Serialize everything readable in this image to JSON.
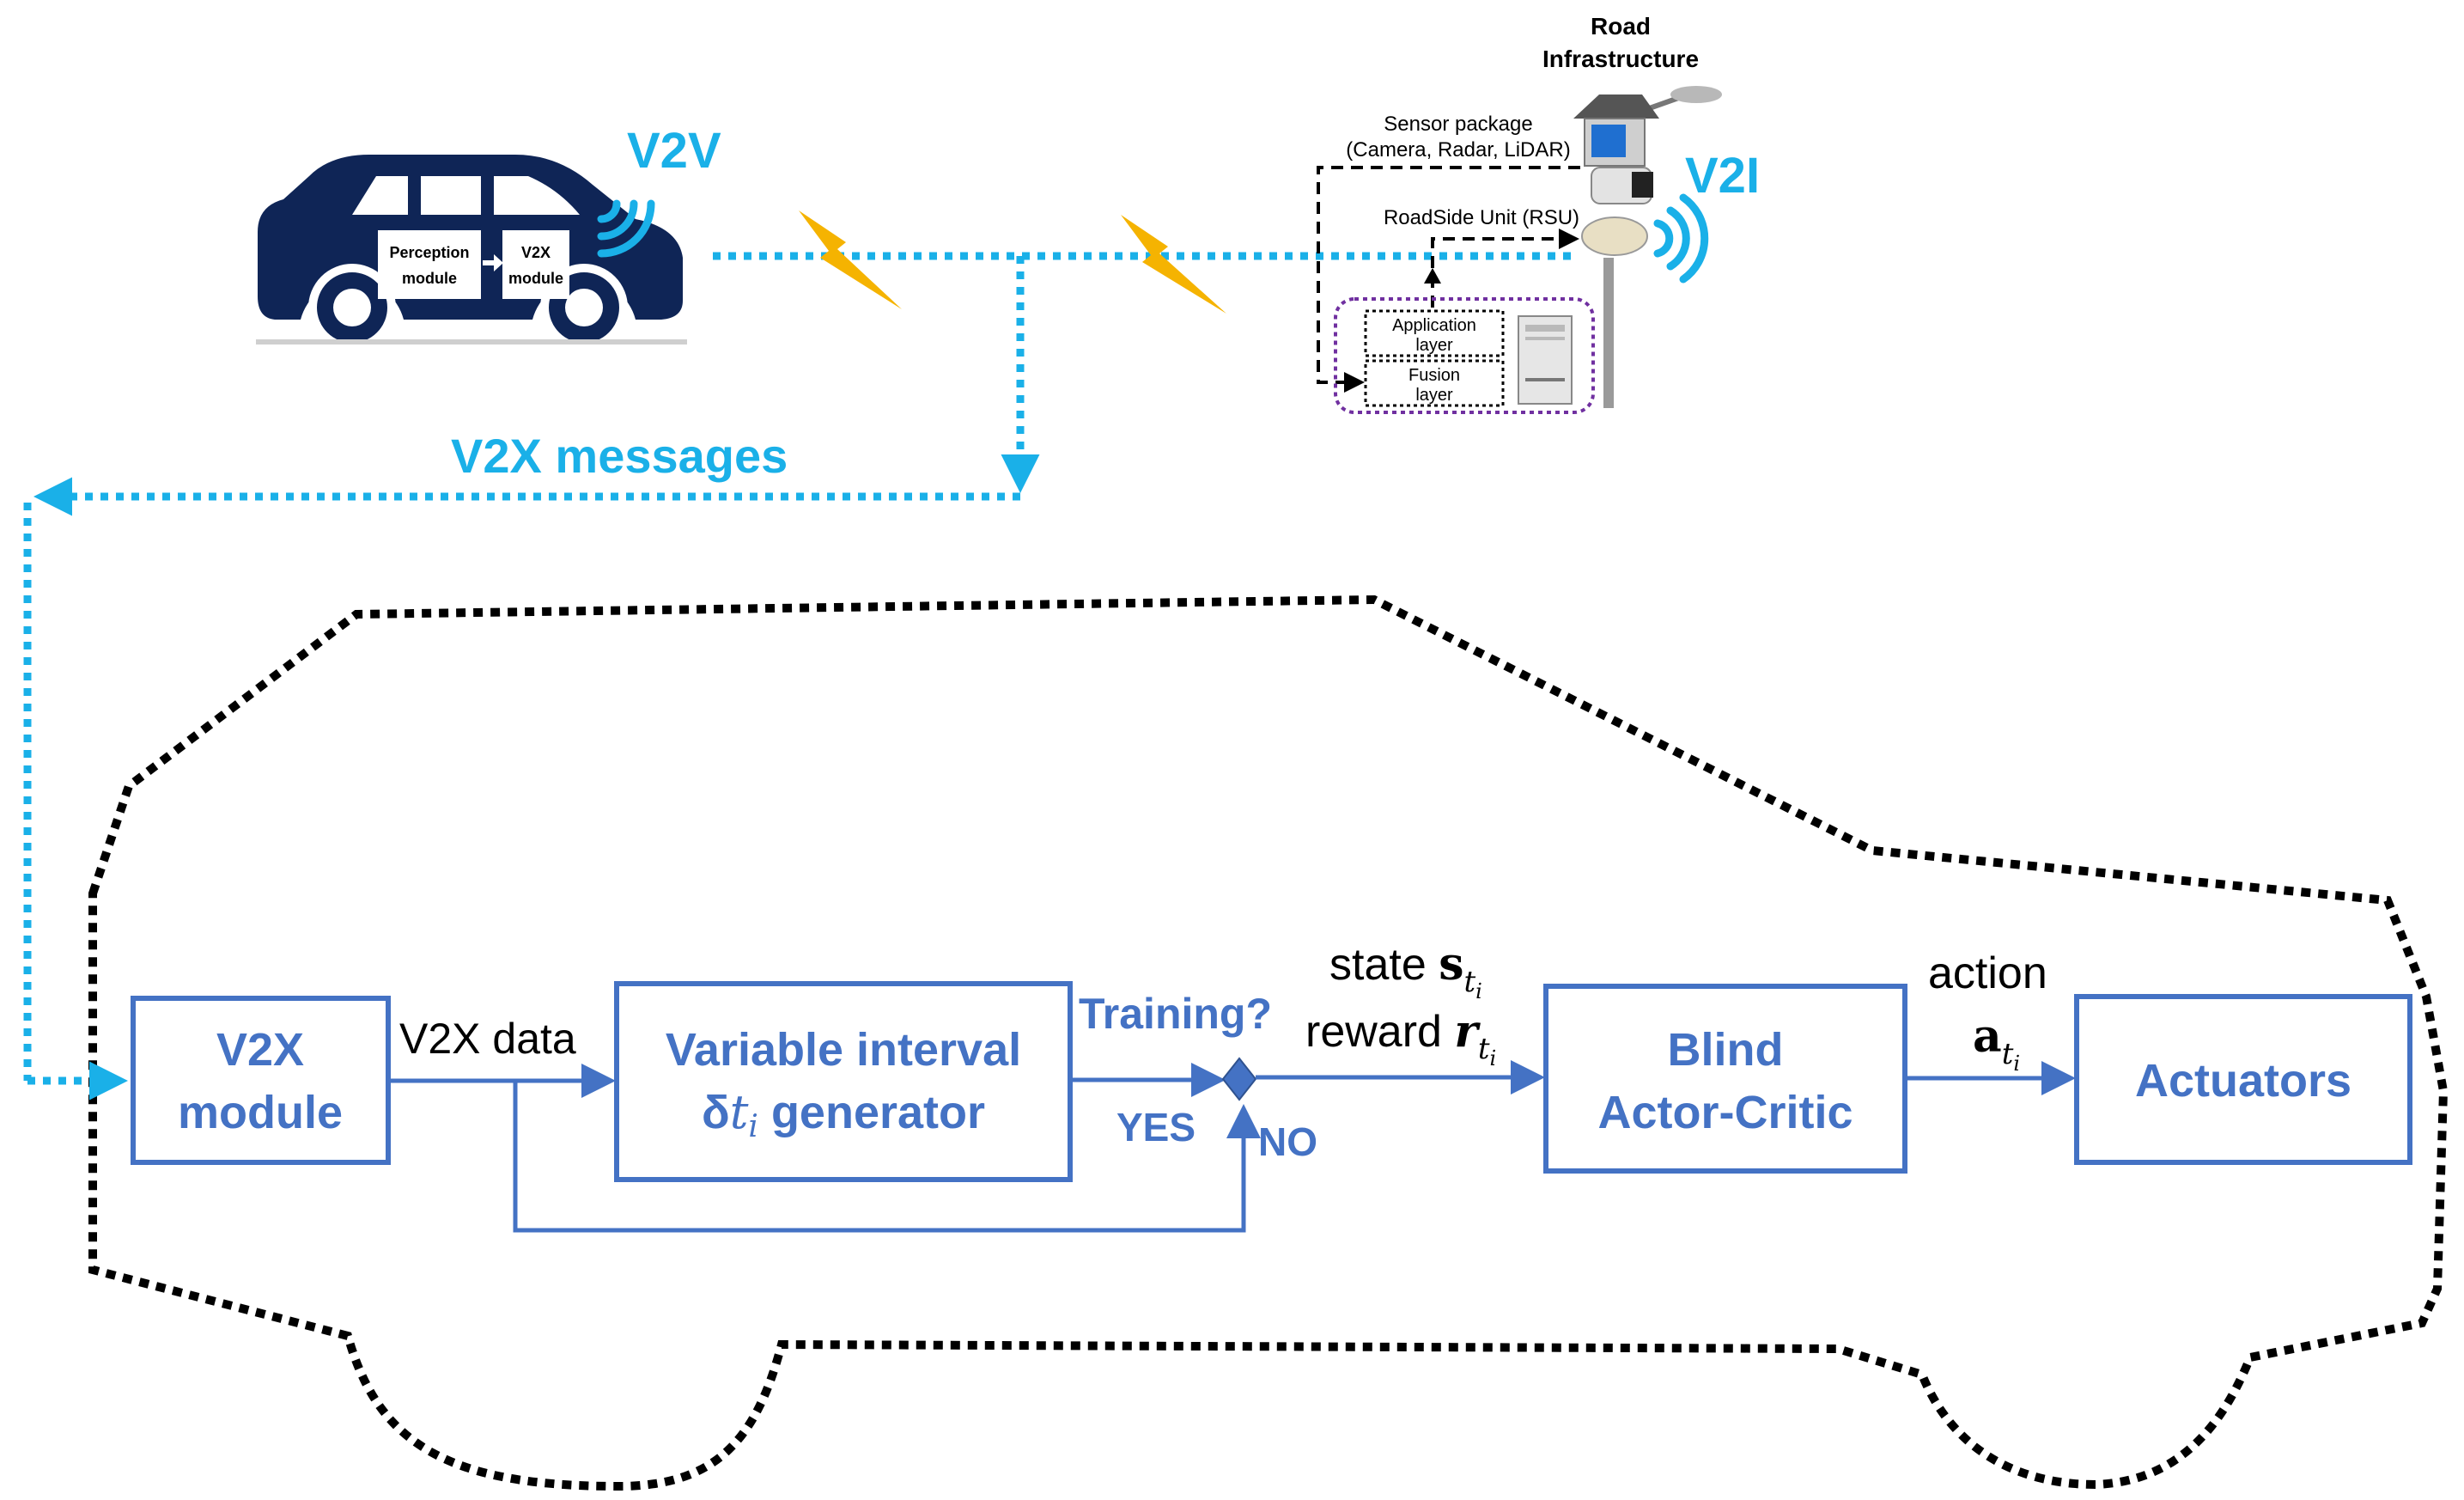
{
  "colors": {
    "block_blue": "#4472C4",
    "msg_blue": "#1AB0E8",
    "car_navy": "#0F2556",
    "lightning": "#F5B301",
    "fusion_purple": "#7030A0",
    "outline_black": "#000000"
  },
  "top": {
    "v2v_label": "V2V",
    "v2i_label": "V2I",
    "v2x_messages_label": "V2X messages",
    "road_infra_line1": "Road",
    "road_infra_line2": "Infrastructure",
    "sensor_line1": "Sensor package",
    "sensor_line2": "(Camera, Radar, LiDAR)",
    "rsu_label": "RoadSide Unit (RSU)",
    "app_layer_line1": "Application",
    "app_layer_line2": "layer",
    "fusion_layer_line1": "Fusion",
    "fusion_layer_line2": "layer",
    "perception_line1": "Perception",
    "perception_line2": "module",
    "car_v2x_line1": "V2X",
    "car_v2x_line2": "module"
  },
  "flow": {
    "v2x_module_line1": "V2X",
    "v2x_module_line2": "module",
    "v2x_data": "V2X data",
    "generator_line1": "Variable interval",
    "generator_delta": "δ",
    "generator_t": "t",
    "generator_i": "i",
    "generator_suffix": " generator",
    "training_q": "Training?",
    "yes": "YES",
    "no": "NO",
    "state_word": "state ",
    "state_sym": "s",
    "reward_word": "reward ",
    "reward_sym": "r",
    "sub_t": "t",
    "sub_i": "i",
    "blind_line1": "Blind",
    "blind_line2": "Actor-Critic",
    "action_word": "action",
    "action_sym": "a",
    "actuators": "Actuators"
  }
}
